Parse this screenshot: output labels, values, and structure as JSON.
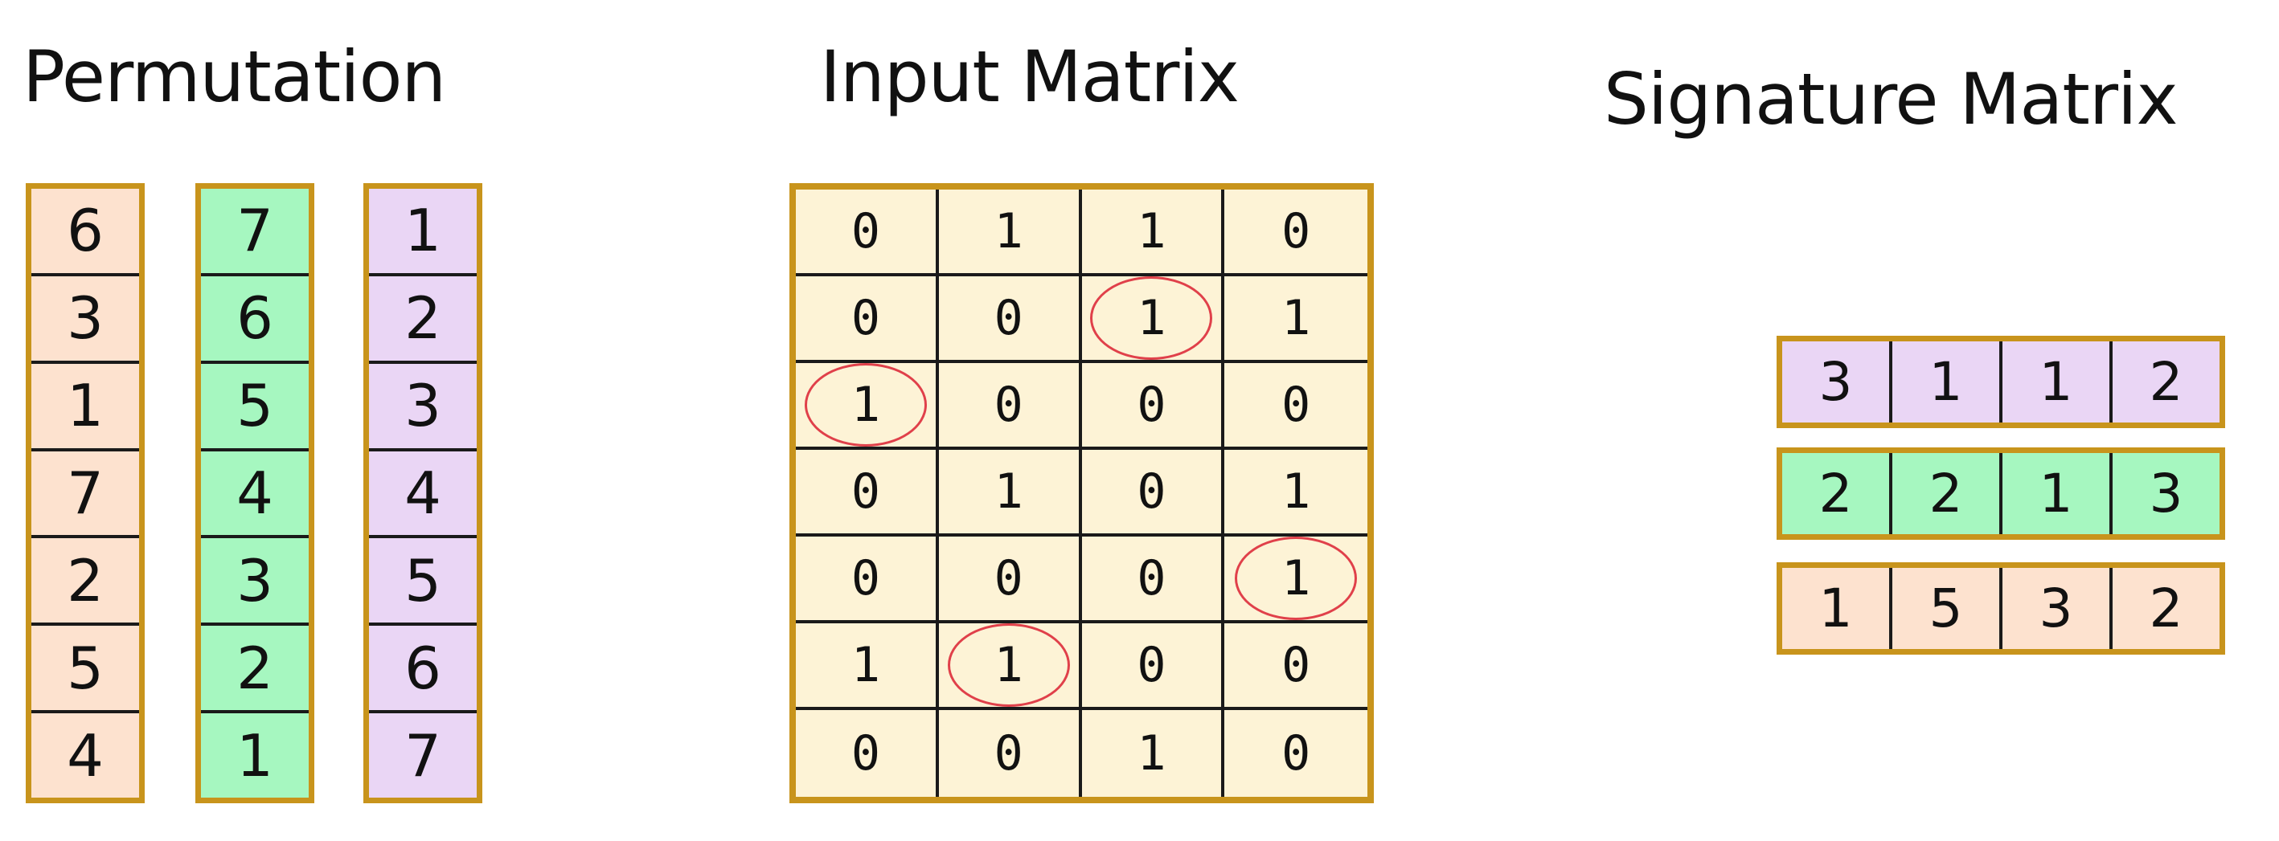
{
  "headings": {
    "permutation": "Permutation",
    "input_matrix": "Input Matrix",
    "signature_matrix": "Signature Matrix"
  },
  "colors": {
    "border": "#c8941c",
    "peach": "#fde2cf",
    "green": "#a6f7c0",
    "lavender": "#ead6f5",
    "cream": "#fdf3d6",
    "circle": "#e0404a"
  },
  "permutations": [
    {
      "color": "peach",
      "values": [
        "6",
        "3",
        "1",
        "7",
        "2",
        "5",
        "4"
      ]
    },
    {
      "color": "green",
      "values": [
        "7",
        "6",
        "5",
        "4",
        "3",
        "2",
        "1"
      ]
    },
    {
      "color": "lavender",
      "values": [
        "1",
        "2",
        "3",
        "4",
        "5",
        "6",
        "7"
      ]
    }
  ],
  "input_matrix": [
    [
      "0",
      "1",
      "1",
      "0"
    ],
    [
      "0",
      "0",
      "1",
      "1"
    ],
    [
      "1",
      "0",
      "0",
      "0"
    ],
    [
      "0",
      "1",
      "0",
      "1"
    ],
    [
      "0",
      "0",
      "0",
      "1"
    ],
    [
      "1",
      "1",
      "0",
      "0"
    ],
    [
      "0",
      "0",
      "1",
      "0"
    ]
  ],
  "circled_cells": [
    [
      1,
      2
    ],
    [
      2,
      0
    ],
    [
      4,
      3
    ],
    [
      5,
      1
    ]
  ],
  "signature_matrix": [
    {
      "color": "lavender",
      "values": [
        "3",
        "1",
        "1",
        "2"
      ]
    },
    {
      "color": "green",
      "values": [
        "2",
        "2",
        "1",
        "3"
      ]
    },
    {
      "color": "peach",
      "values": [
        "1",
        "5",
        "3",
        "2"
      ]
    }
  ]
}
